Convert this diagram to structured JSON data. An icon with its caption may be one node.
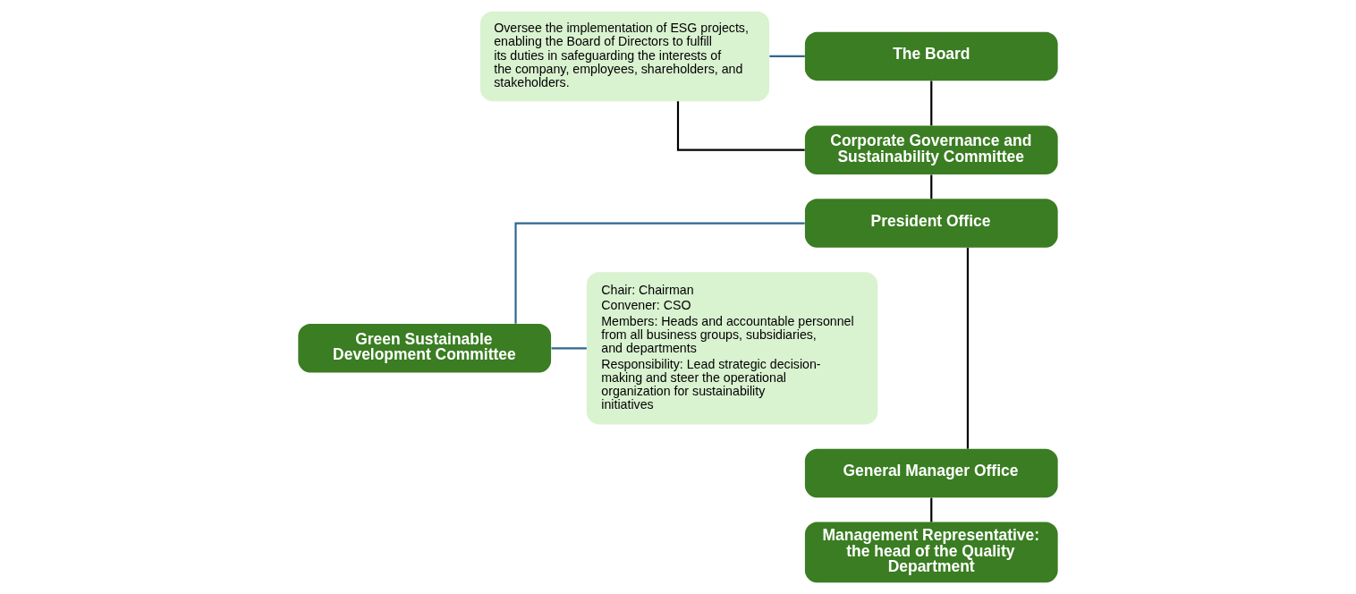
{
  "diagram": {
    "nodes": [
      {
        "text": [
          "Oversee the implementation of ESG projects, enabling the Board of Directors to fulfill its duties in safeguarding the interests of the company, employees, shareholders, and stakeholders."
        ]
      },
      {
        "text": [
          "The Board"
        ]
      },
      {
        "text": [
          "Corporate Governance and Sustainability Committee"
        ]
      },
      {
        "text": [
          "President Office"
        ]
      },
      {
        "text": [
          "Green Sustainable Development Committee"
        ]
      },
      {
        "text": [
          "General Manager Office"
        ]
      },
      {
        "text": [
          "Management Representative: the head of the Quality Department"
        ]
      },
      {
        "text": [
          "Chair: Chairman",
          "Convener: CSO",
          "Members: Heads and accountable personnel from all business groups, subsidiaries, and departments",
          "Responsibility: Lead strategic decision-making and steer the operational organization for sustainability initiatives"
        ]
      }
    ],
    "edges": [
      {
        "from": 0,
        "to": 1,
        "arrow": "none",
        "color": "#2f6690"
      },
      {
        "from": 0,
        "to": 2,
        "arrow": "none"
      },
      {
        "from": 1,
        "to": 2,
        "arrow": "none"
      },
      {
        "from": 2,
        "to": 3,
        "arrow": "none"
      },
      {
        "from": 3,
        "to": 5,
        "arrow": "none"
      },
      {
        "from": 3,
        "to": 4,
        "arrow": "none",
        "color": "#2f6690"
      },
      {
        "from": 4,
        "to": 7,
        "arrow": "none",
        "color": "#2f6690"
      },
      {
        "from": 5,
        "to": 6,
        "arrow": "none"
      }
    ]
  }
}
